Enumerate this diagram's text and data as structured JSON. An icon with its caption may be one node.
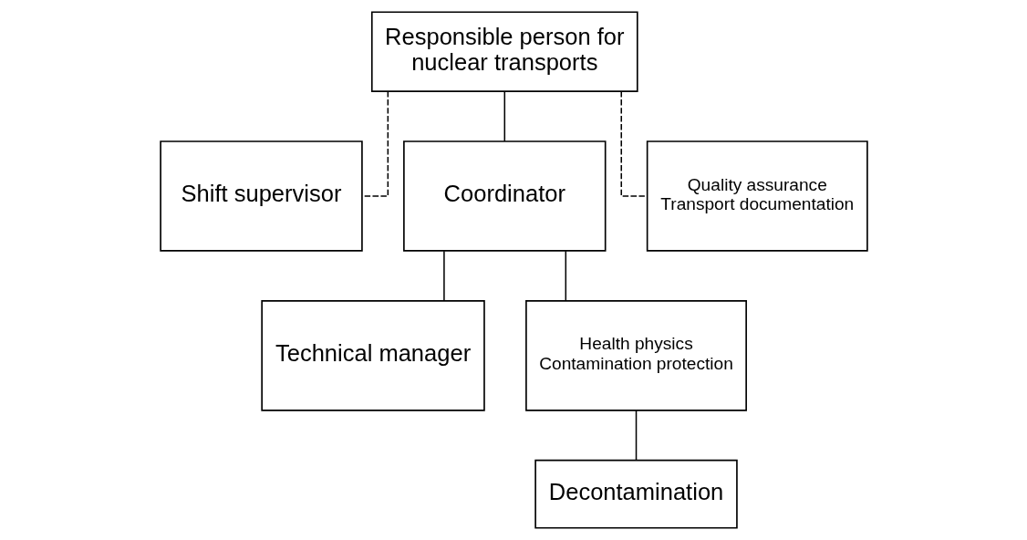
{
  "diagram": {
    "nodes": [
      {
        "text": [
          "Responsible person for nuclear transports"
        ]
      },
      {
        "text": [
          "Shift supervisor"
        ]
      },
      {
        "text": [
          "Coordinator"
        ]
      },
      {
        "text": [
          "Quality assurance",
          "Transport documentation"
        ]
      },
      {
        "text": [
          "Technical manager"
        ]
      },
      {
        "text": [
          "Health physics",
          "Contamination protection"
        ]
      },
      {
        "text": [
          "Decontamination"
        ]
      }
    ],
    "edges": [
      {
        "from": 0,
        "to": 1,
        "arrow": "none",
        "style": "dashed"
      },
      {
        "from": 0,
        "to": 2,
        "arrow": "none"
      },
      {
        "from": 0,
        "to": 3,
        "arrow": "none",
        "style": "dashed"
      },
      {
        "from": 2,
        "to": 4,
        "arrow": "none"
      },
      {
        "from": 2,
        "to": 5,
        "arrow": "none"
      },
      {
        "from": 5,
        "to": 6,
        "arrow": "none"
      }
    ]
  }
}
